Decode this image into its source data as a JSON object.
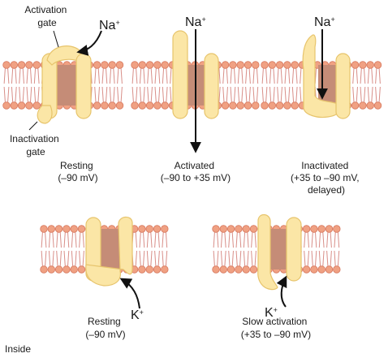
{
  "colors": {
    "lipid_head": "#f0a183",
    "lipid_head_stroke": "#d7785e",
    "lipid_tail": "#d88e88",
    "pore": "#c58c77",
    "gate_fill": "#fbe6a6",
    "gate_stroke": "#e7c46c",
    "arrow": "#111111"
  },
  "labels": {
    "activation_gate": [
      "Activation",
      "gate"
    ],
    "inactivation_gate": [
      "Inactivation",
      "gate"
    ],
    "na_ion": [
      "Na",
      "+"
    ],
    "k_ion": [
      "K",
      "+"
    ],
    "inside": "Inside"
  },
  "channels": {
    "na_resting": [
      "Resting",
      "(–90 mV)"
    ],
    "na_activated": [
      "Activated",
      "(–90 to +35 mV)"
    ],
    "na_inactivated": [
      "Inactivated",
      "(+35 to –90 mV,",
      "delayed)"
    ],
    "k_resting": [
      "Resting",
      "(–90 mV)"
    ],
    "k_slow": [
      "Slow activation",
      "(+35 to –90 mV)"
    ]
  }
}
